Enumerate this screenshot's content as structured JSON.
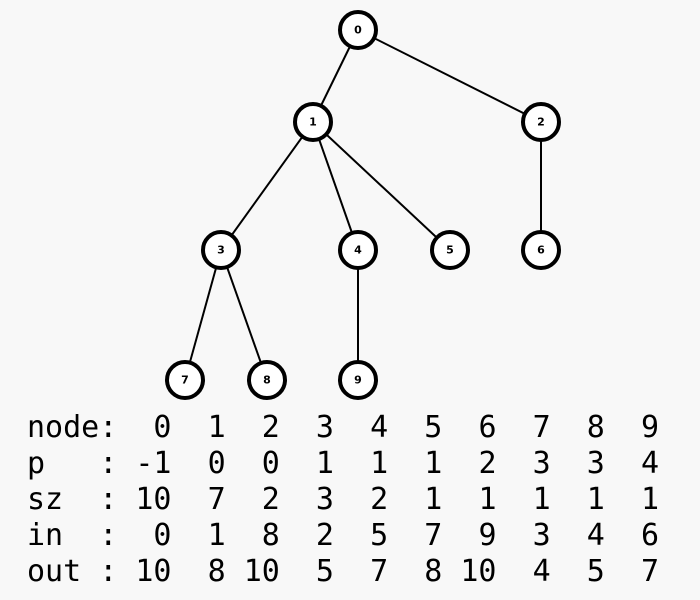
{
  "tree": {
    "nodes": [
      "0",
      "1",
      "2",
      "3",
      "4",
      "5",
      "6",
      "7",
      "8",
      "9"
    ],
    "edges": [
      [
        "0",
        "1"
      ],
      [
        "0",
        "2"
      ],
      [
        "1",
        "3"
      ],
      [
        "1",
        "4"
      ],
      [
        "1",
        "5"
      ],
      [
        "2",
        "6"
      ],
      [
        "3",
        "7"
      ],
      [
        "3",
        "8"
      ],
      [
        "4",
        "9"
      ]
    ]
  },
  "table": {
    "rows": [
      {
        "label": "node:",
        "values": [
          "0",
          "1",
          "2",
          "3",
          "4",
          "5",
          "6",
          "7",
          "8",
          "9"
        ]
      },
      {
        "label": "p   :",
        "values": [
          "-1",
          "0",
          "0",
          "1",
          "1",
          "1",
          "2",
          "3",
          "3",
          "4"
        ]
      },
      {
        "label": "sz  :",
        "values": [
          "10",
          "7",
          "2",
          "3",
          "2",
          "1",
          "1",
          "1",
          "1",
          "1"
        ]
      },
      {
        "label": "in  :",
        "values": [
          "0",
          "1",
          "8",
          "2",
          "5",
          "7",
          "9",
          "3",
          "4",
          "6"
        ]
      },
      {
        "label": "out :",
        "values": [
          "10",
          "8",
          "10",
          "5",
          "7",
          "8",
          "10",
          "4",
          "5",
          "7"
        ]
      }
    ]
  }
}
